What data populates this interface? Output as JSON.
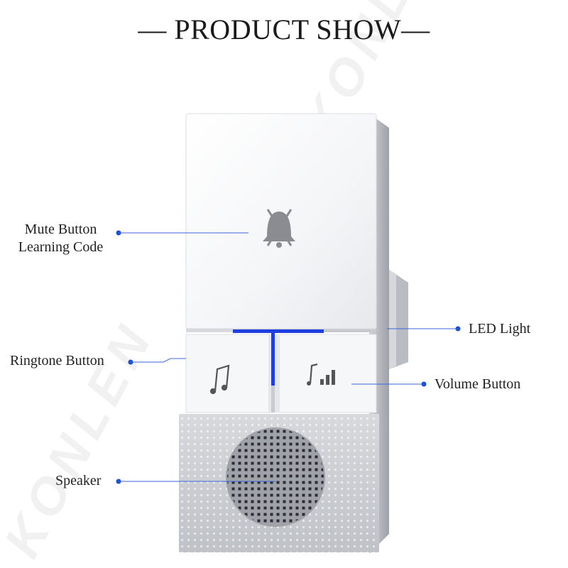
{
  "title": "— PRODUCT SHOW—",
  "watermark": "KONLEN",
  "labels": {
    "mute_line1": "Mute Button",
    "mute_line2": "Learning Code",
    "led": "LED Light",
    "ringtone": "Ringtone Button",
    "volume": "Volume Button",
    "speaker": "Speaker"
  },
  "colors": {
    "accent_blue": "#1f3ee0",
    "callout_line": "#3b66d9",
    "callout_dot": "#1a4fd6"
  },
  "icons": {
    "mute": "bell-muted-icon",
    "ringtone": "music-note-icon",
    "volume": "volume-bars-icon"
  }
}
